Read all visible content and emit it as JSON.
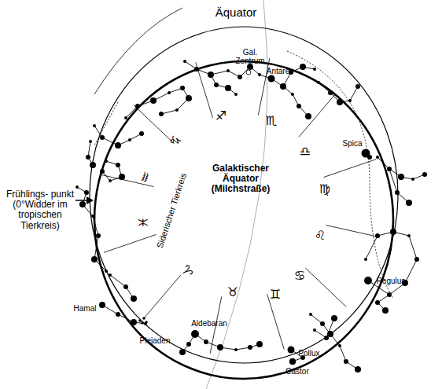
{
  "diagram": {
    "labels": [
      "Äquator",
      "Gal. Zentrum",
      "Antares",
      "Spica",
      "Regulus",
      "Pollux",
      "Castor",
      "Aldebaran",
      "Plejaden",
      "Hamal",
      "Frühlings- punkt (0°Widder im tropischen Tierkreis)",
      "Galaktischer Äquator (Milchstraße)",
      "Siderischer Tierkreis",
      "♐",
      "♏",
      "♎",
      "♍",
      "♌",
      "♋",
      "♊",
      "♉",
      "♈",
      "♓",
      "♒",
      "♑"
    ]
  }
}
